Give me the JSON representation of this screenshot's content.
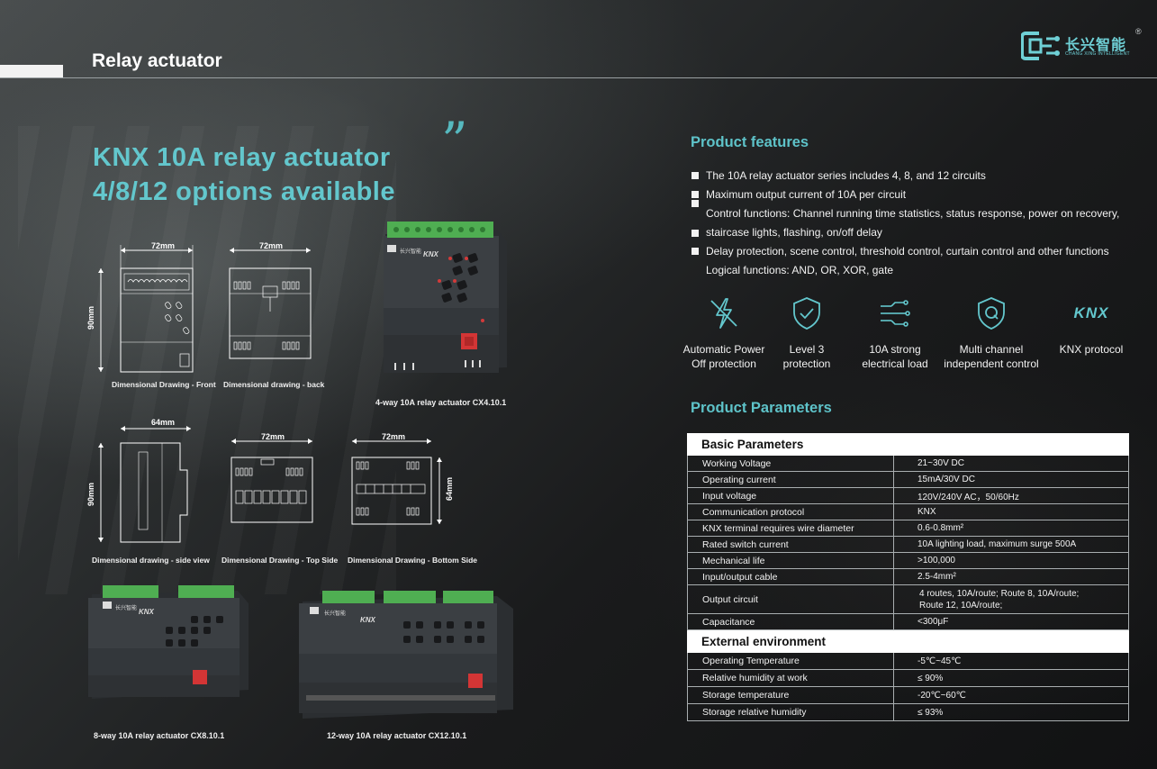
{
  "header": {
    "title": "Relay actuator",
    "logo_cn": "长兴智能",
    "logo_en": "CHANG XING INTELLIGENT",
    "logo_reg": "®"
  },
  "quote_glyph": "”",
  "headline": {
    "line1": "KNX 10A relay actuator",
    "line2": "4/8/12 options available"
  },
  "drawings": {
    "front": {
      "width_label": "72mm",
      "height_label": "90mm",
      "caption": "Dimensional Drawing - Front"
    },
    "back": {
      "width_label": "72mm",
      "caption": "Dimensional drawing - back"
    },
    "side": {
      "width_label": "64mm",
      "height_label": "90mm",
      "caption": "Dimensional drawing - side view"
    },
    "top": {
      "width_label": "72mm",
      "caption": "Dimensional Drawing - Top Side"
    },
    "bottom": {
      "width_label": "72mm",
      "height_label": "64mm",
      "caption": "Dimensional Drawing - Bottom Side"
    }
  },
  "products": [
    {
      "caption": "4-way 10A relay actuator CX4.10.1",
      "brand": "长兴智能",
      "protocol": "KNX"
    },
    {
      "caption": "8-way 10A relay actuator CX8.10.1",
      "brand": "长兴智能",
      "protocol": "KNX"
    },
    {
      "caption": "12-way 10A relay actuator CX12.10.1",
      "brand": "长兴智能",
      "protocol": "KNX"
    }
  ],
  "features": {
    "title": "Product features",
    "items": [
      "The 10A relay actuator series includes 4, 8, and 12 circuits",
      "Maximum output current of 10A per circuit",
      "Control functions: Channel running time statistics, status response, power on recovery,",
      "staircase lights, flashing, on/off delay",
      "Delay protection, scene control, threshold control, curtain control and other functions",
      "Logical functions: AND, OR, XOR, gate"
    ]
  },
  "icons": [
    {
      "name": "no-power-icon",
      "label1": "Automatic Power",
      "label2": "Off protection"
    },
    {
      "name": "shield-check-icon",
      "label1": "Level 3",
      "label2": "protection"
    },
    {
      "name": "circuit-icon",
      "label1": "10A strong",
      "label2": "electrical load"
    },
    {
      "name": "shield-q-icon",
      "label1": "Multi channel",
      "label2": "independent control"
    },
    {
      "name": "knx-logo-icon",
      "label1": "KNX protocol",
      "label2": "",
      "logo_text": "KNX"
    }
  ],
  "parameters": {
    "title": "Product Parameters",
    "basic_title": "Basic Parameters",
    "basic": [
      {
        "k": "Working Voltage",
        "v": "21~30V DC"
      },
      {
        "k": "Operating current",
        "v": "15mA/30V DC"
      },
      {
        "k": "Input voltage",
        "v": "120V/240V AC，50/60Hz"
      },
      {
        "k": "Communication protocol",
        "v": "KNX"
      },
      {
        "k": "KNX terminal requires wire diameter",
        "v": "0.6-0.8mm²"
      },
      {
        "k": "Rated switch current",
        "v": "10A lighting load, maximum surge 500A"
      },
      {
        "k": "Mechanical life",
        "v": ">100,000"
      },
      {
        "k": "Input/output cable",
        "v": "2.5-4mm²"
      },
      {
        "k": "Output circuit",
        "v": "4 routes, 10A/route; Route 8, 10A/route;",
        "v2": "Route 12, 10A/route;"
      },
      {
        "k": "Capacitance",
        "v": "<300μF"
      }
    ],
    "env_title": "External environment",
    "environment": [
      {
        "k": "Operating Temperature",
        "v": "-5℃~45℃"
      },
      {
        "k": "Relative humidity at work",
        "v": "≤ 90%"
      },
      {
        "k": "Storage temperature",
        "v": "-20℃~60℃"
      },
      {
        "k": "Storage relative humidity",
        "v": "≤ 93%"
      }
    ]
  },
  "colors": {
    "accent": "#63c7cd",
    "background": "#1e2021",
    "device": "#3a3d40",
    "terminal": "#4caf50"
  }
}
